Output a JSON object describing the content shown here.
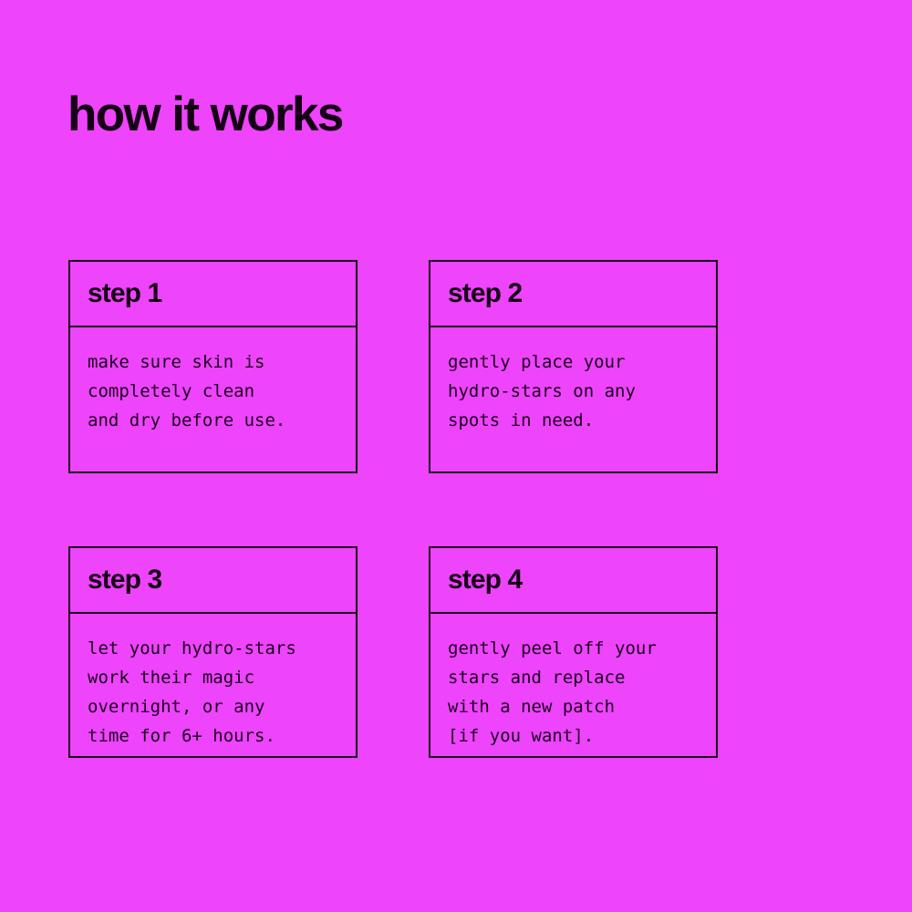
{
  "theme": {
    "background_color": "#ee44fb",
    "ink_color": "#150015",
    "border_color": "#1b001f"
  },
  "page": {
    "title": "how it works"
  },
  "cards": [
    {
      "header": "step 1",
      "lines": [
        "make sure skin is",
        "completely clean",
        "and dry before use."
      ]
    },
    {
      "header": "step 2",
      "lines": [
        "gently place your",
        "hydro-stars on any",
        "spots in need."
      ]
    },
    {
      "header": "step 3",
      "lines": [
        "let your hydro-stars",
        "work their magic",
        "overnight, or any",
        "time for 6+ hours."
      ]
    },
    {
      "header": "step 4",
      "lines": [
        "gently peel off your",
        "stars and replace",
        "with a new patch",
        "[if you want]."
      ]
    }
  ]
}
